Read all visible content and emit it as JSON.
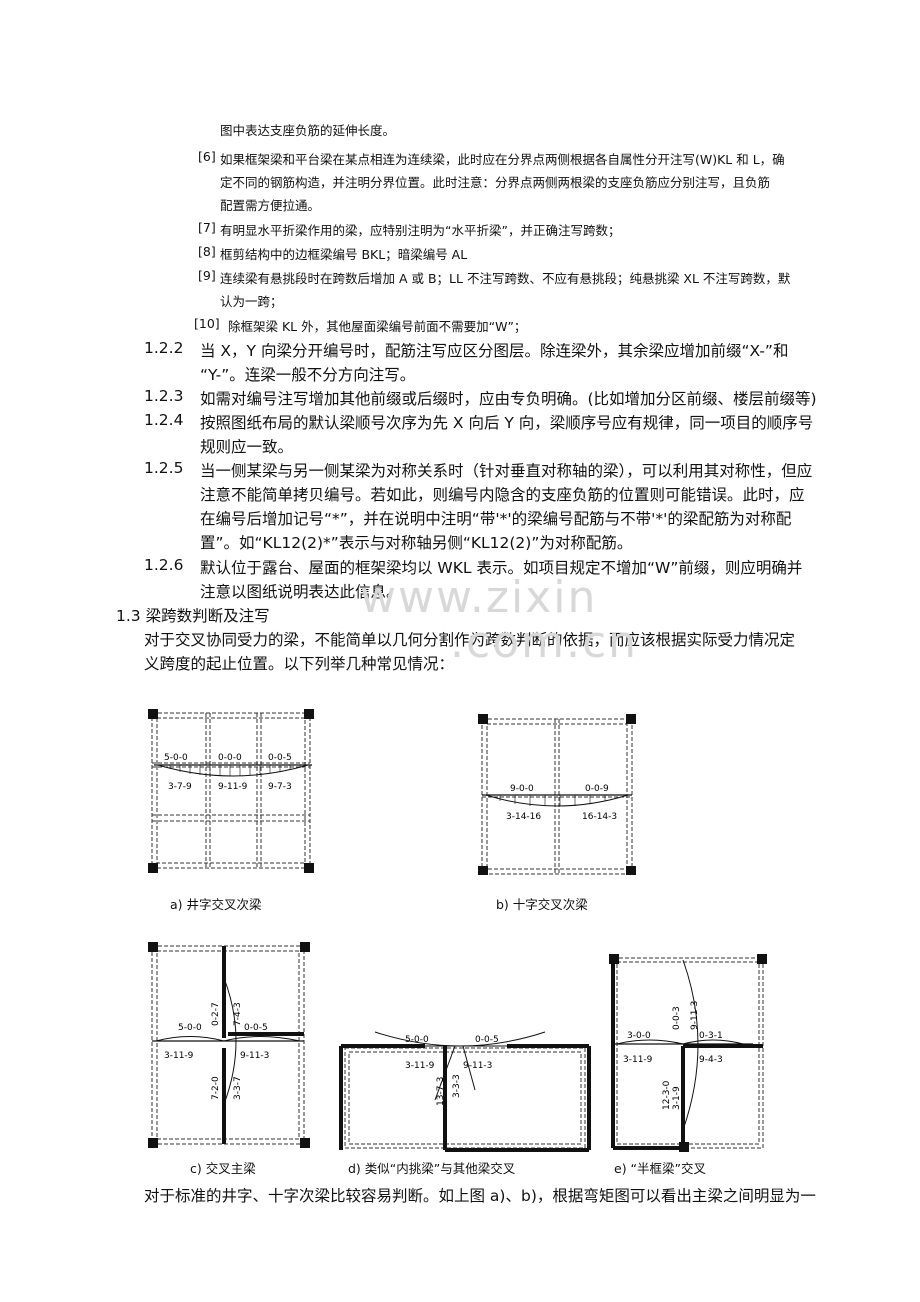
{
  "notes": {
    "l5_cont": "图中表达支座负筋的延伸长度。",
    "n6_num": "[6]",
    "n6_1": "如果框架梁和平台梁在某点相连为连续梁，此时应在分界点两侧根据各自属性分开注写(W)KL 和 L，确",
    "n6_2": "定不同的钢筋构造，并注明分界位置。此时注意：分界点两侧两根梁的支座负筋应分别注写，且负筋",
    "n6_3": "配置需方便拉通。",
    "n7_num": "[7]",
    "n7": "有明显水平折梁作用的梁，应特别注明为“水平折梁”，并正确注写跨数；",
    "n8_num": "[8]",
    "n8": "框剪结构中的边框梁编号 BKL；暗梁编号 AL",
    "n9_num": "[9]",
    "n9_1": "连续梁有悬挑段时在跨数后增加 A 或 B；LL 不注写跨数、不应有悬挑段；纯悬挑梁 XL 不注写跨数，默",
    "n9_2": "认为一跨；",
    "n10_num": "[10]",
    "n10": "除框架梁 KL 外，其他屋面梁编号前面不需要加“W”；"
  },
  "sections": {
    "s122_num": "1.2.2",
    "s122_1": "当 X，Y 向梁分开编号时，配筋注写应区分图层。除连梁外，其余梁应增加前缀“X-”和",
    "s122_2": "“Y-”。连梁一般不分方向注写。",
    "s123_num": "1.2.3",
    "s123_1": "如需对编号注写增加其他前缀或后缀时，应由专负明确。(比如增加分区前缀、楼层前缀等)",
    "s124_num": "1.2.4",
    "s124_1": "按照图纸布局的默认梁顺号次序为先 X 向后 Y 向，梁顺序号应有规律，同一项目的顺序号",
    "s124_2": "规则应一致。",
    "s125_num": "1.2.5",
    "s125_1": "当一侧某梁与另一侧某梁为对称关系时（针对垂直对称轴的梁），可以利用其对称性，但应",
    "s125_2": "注意不能简单拷贝编号。若如此，则编号内隐含的支座负筋的位置则可能错误。此时，应",
    "s125_3": "在编号后增加记号“*”，并在说明中注明“带'*'的梁编号配筋与不带'*'的梁配筋为对称配",
    "s125_4": "置”。如“KL12(2)*”表示与对称轴另侧“KL12(2)”为对称配筋。",
    "s126_num": "1.2.6",
    "s126_1": "默认位于露台、屋面的框架梁均以 WKL 表示。如项目规定不增加“W”前缀，则应明确并",
    "s126_2": "注意以图纸说明表达此信息。",
    "s13_title": "1.3  梁跨数判断及注写",
    "s13_p1": "对于交叉协同受力的梁，不能简单以几何分割作为跨数判断的依据，而应该根据实际受力情况定",
    "s13_p2": "义跨度的起止位置。以下列举几种常见情况："
  },
  "watermark": {
    "line1": "www.zixin",
    "line2": ".com.cn"
  },
  "figures": {
    "a_cap": "a)  井字交叉次梁",
    "b_cap": "b)  十字交叉次梁",
    "c_cap": "c)  交叉主梁",
    "d_cap": "d)  类似“内挑梁”与其他梁交叉",
    "e_cap": "e)  “半框梁”交叉",
    "a_top": [
      "5-0-0",
      "0-0-0",
      "0-0-5"
    ],
    "a_bot": [
      "3-7-9",
      "9-11-9",
      "9-7-3"
    ],
    "b_top": [
      "9-0-0",
      "0-0-9"
    ],
    "b_bot": [
      "3-14-16",
      "16-14-3"
    ],
    "c_top": [
      "5-0-0",
      "0-0-5"
    ],
    "c_bot": [
      "3-11-9",
      "9-11-3"
    ],
    "c_vert": [
      "0-2-7",
      "7-4-3",
      "7-2-0",
      "3-3-7"
    ],
    "d_top": [
      "5-0-0",
      "0-0-5"
    ],
    "d_bot": [
      "3-11-9",
      "9-11-3"
    ],
    "d_vert": [
      "13-7-3",
      "3-3-3"
    ],
    "e_top": [
      "3-0-0",
      "0-3-1"
    ],
    "e_bot": [
      "3-11-9",
      "9-4-3"
    ],
    "e_vert": [
      "0-0-3",
      "9-11-3",
      "12-3-0",
      "3-1-9"
    ]
  },
  "closing": "对于标准的井字、十字次梁比较容易判断。如上图 a)、b)，根据弯矩图可以看出主梁之间明显为一"
}
